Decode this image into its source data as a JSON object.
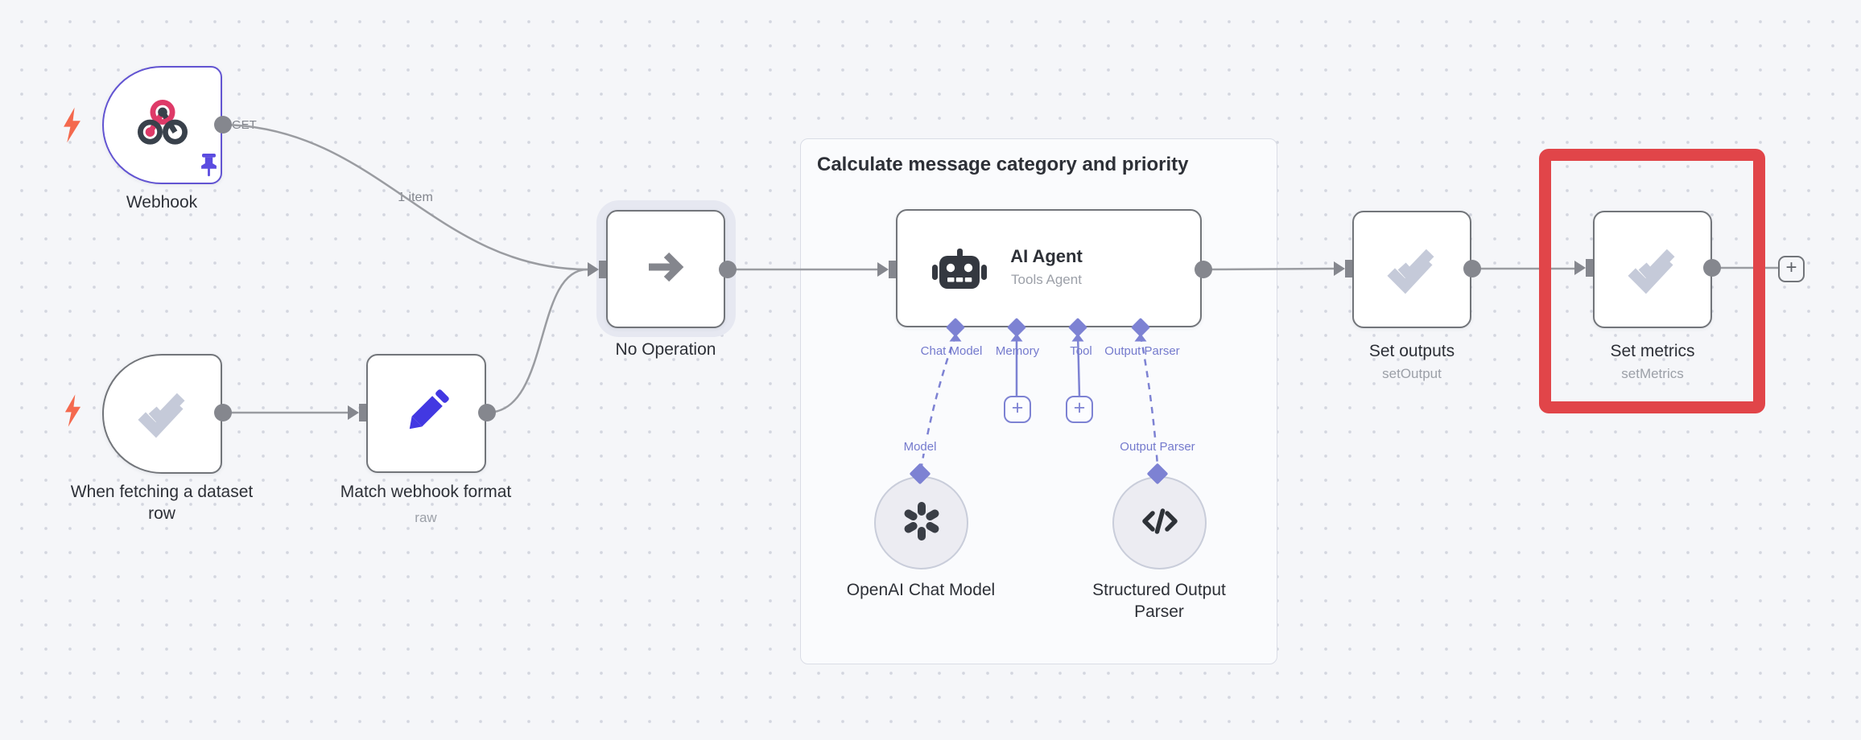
{
  "group": {
    "title": "Calculate message category and priority"
  },
  "nodes": {
    "webhook": {
      "label": "Webhook",
      "method_badge": "GET"
    },
    "dataset_trigger": {
      "label": "When fetching a dataset row"
    },
    "match_format": {
      "label": "Match webhook format",
      "subtitle": "raw"
    },
    "no_operation": {
      "label": "No Operation"
    },
    "ai_agent": {
      "title": "AI Agent",
      "subtitle": "Tools Agent",
      "ports": {
        "chat_model": "Chat Model",
        "memory": "Memory",
        "tool": "Tool",
        "output_parser": "Output Parser"
      }
    },
    "openai_chat_model": {
      "label": "OpenAI Chat Model",
      "port_label": "Model"
    },
    "structured_output_parser": {
      "label": "Structured Output Parser",
      "port_label": "Output Parser"
    },
    "set_outputs": {
      "label": "Set outputs",
      "subtitle": "setOutput"
    },
    "set_metrics": {
      "label": "Set metrics",
      "subtitle": "setMetrics"
    }
  },
  "connections": {
    "webhook_items_label": "1 item"
  },
  "buttons": {
    "add_memory": "+",
    "add_tool": "+",
    "add_next": "+"
  },
  "annotation": {
    "type": "highlight-box",
    "target": "Set metrics",
    "color": "#e14549"
  },
  "colors": {
    "canvas_bg": "#f5f6f9",
    "node_border": "#72757a",
    "trigger_selected_border": "#6254d2",
    "connector_gray": "#85878e",
    "line_gray": "#9a9ca1",
    "ai_lavender": "#7d82d3",
    "highlight_red": "#e14549",
    "bolt_orange": "#f4694e",
    "webhook_pink": "#de3a68",
    "icon_slate": "#39414b",
    "pencil_blue": "#4238e2",
    "check_light": "#c5cad9",
    "halo_gray": "#e6e8f1"
  }
}
